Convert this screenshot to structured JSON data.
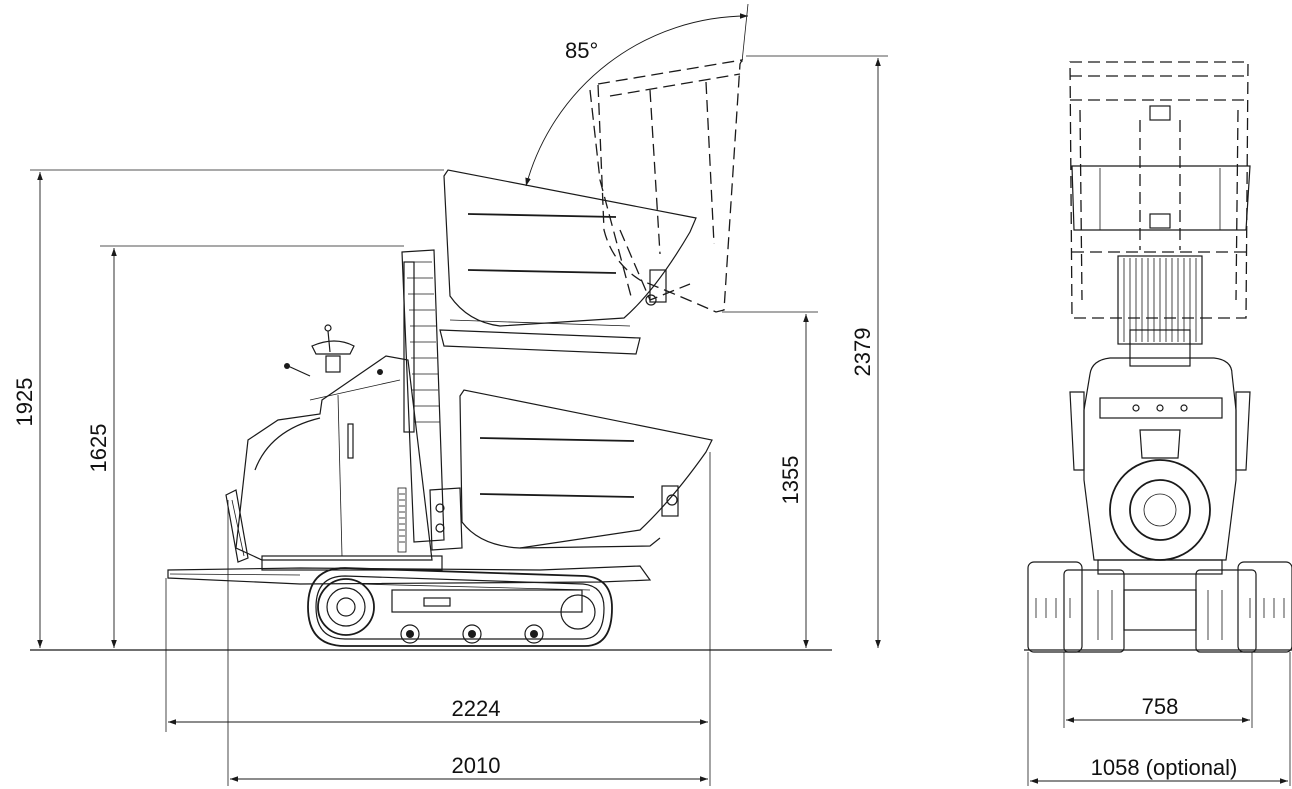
{
  "drawing": {
    "side_view": {
      "dumping_angle": "85°",
      "overall_height_dumping": "2379",
      "raised_hopper_height": "1925",
      "operator_height": "1625",
      "dump_height": "1355",
      "overall_length": "2224",
      "track_length": "2010"
    },
    "front_view": {
      "track_width": "758",
      "optional_width": "1058 (optional)"
    }
  }
}
